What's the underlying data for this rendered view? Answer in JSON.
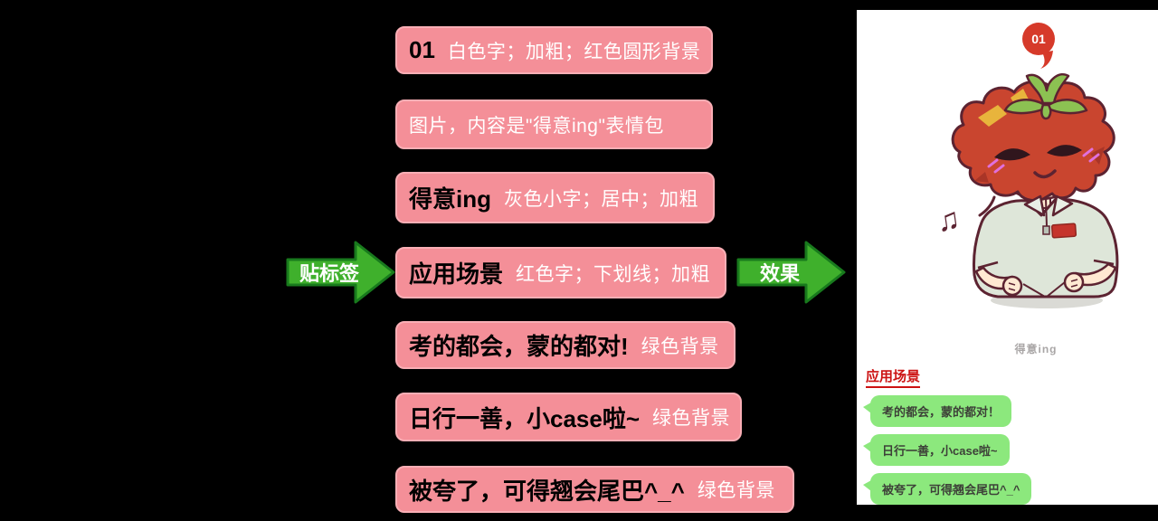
{
  "colors": {
    "background": "#000000",
    "label_pink": "#f48f98",
    "arrow_green": "#3fb02c",
    "arrow_border": "#187a1d",
    "badge_red": "#d63a2a",
    "bubble_green": "#8ce87d",
    "heading_red": "#cc1212",
    "caption_gray": "#a9a6a6"
  },
  "flow": {
    "left_arrow_label": "贴标签",
    "right_arrow_label": "效果"
  },
  "annotation_labels": [
    {
      "content": "01",
      "description": "白色字；加粗；红色圆形背景"
    },
    {
      "content": "",
      "description": "图片，内容是\"得意ing\"表情包"
    },
    {
      "content": "得意ing",
      "description": "灰色小字；居中；加粗"
    },
    {
      "content": "应用场景",
      "description": "红色字；下划线；加粗"
    },
    {
      "content": "考的都会，蒙的都对!",
      "description": "绿色背景"
    },
    {
      "content": "日行一善，小case啦~",
      "description": "绿色背景"
    },
    {
      "content": "被夸了，可得翘会尾巴^_^",
      "description": "绿色背景"
    }
  ],
  "preview_panel": {
    "badge_number": "01",
    "illustration": "smug-tomato-hair-character",
    "caption": "得意ing",
    "section_heading": "应用场景",
    "chat_bubbles": [
      "考的都会，蒙的都对！",
      "日行一善，小case啦~",
      "被夸了，可得翘会尾巴^_^"
    ]
  },
  "icons": {
    "music_note": "♫"
  }
}
